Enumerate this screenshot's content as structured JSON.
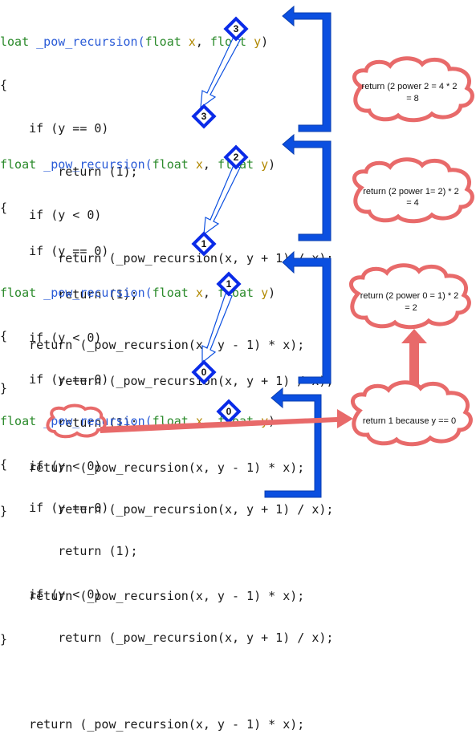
{
  "blocks": [
    {
      "header_prefix": "loat",
      "lines": [
        "{",
        "    if (y == 0)",
        "        return (1);",
        "    if (y < 0)",
        "        return (_pow_recursion(x, y + 1) / x);",
        "",
        "    return (_pow_recursion(x, y - 1) * x);",
        "}"
      ],
      "diamond_top": "3",
      "diamond_bottom": "3"
    },
    {
      "header_prefix": "float",
      "lines": [
        "{",
        "    if (y == 0)",
        "        return (1);",
        "    if (y < 0)",
        "        return (_pow_recursion(x, y + 1) / x);",
        "",
        "    return (_pow_recursion(x, y - 1) * x);",
        "}"
      ],
      "diamond_top": "2",
      "diamond_bottom": "1"
    },
    {
      "header_prefix": "float",
      "lines": [
        "{",
        "    if (y == 0)",
        "        return (1);",
        "    if (y < 0)",
        "        return (_pow_recursion(x, y + 1) / x);",
        "",
        "    return (_pow_recursion(x, y - 1) * x);",
        "}"
      ],
      "diamond_top": "1",
      "diamond_bottom": "0"
    },
    {
      "header_prefix": "float",
      "lines": [
        "{",
        "    if (y == 0)",
        "        return (1);",
        "    if (y < 0)",
        "        return (_pow_recursion(x, y + 1) / x);",
        "",
        "    return (_pow_recursion(x, y - 1) * x);"
      ],
      "diamond_top": "0"
    }
  ],
  "header": {
    "fn_name": " _pow_recursion(",
    "kw_float": "float",
    "param_x": " x",
    "comma": ", ",
    "param_y": " y",
    "close": ")"
  },
  "clouds": {
    "c1_line1": "return (2 power 2 = 4 * 2",
    "c1_line2": "= 8",
    "c2_line1": "return (2 power 1= 2) * 2",
    "c2_line2": "= 4",
    "c3_line1": "return (2 power 0 = 1) * 2",
    "c3_line2": "= 2",
    "c4_line1": "return 1 because y == 0"
  },
  "colors": {
    "arrow_blue": "#0b4fe0",
    "diamond_blue": "#0a2be8",
    "cloud_red": "#e86a6a"
  }
}
